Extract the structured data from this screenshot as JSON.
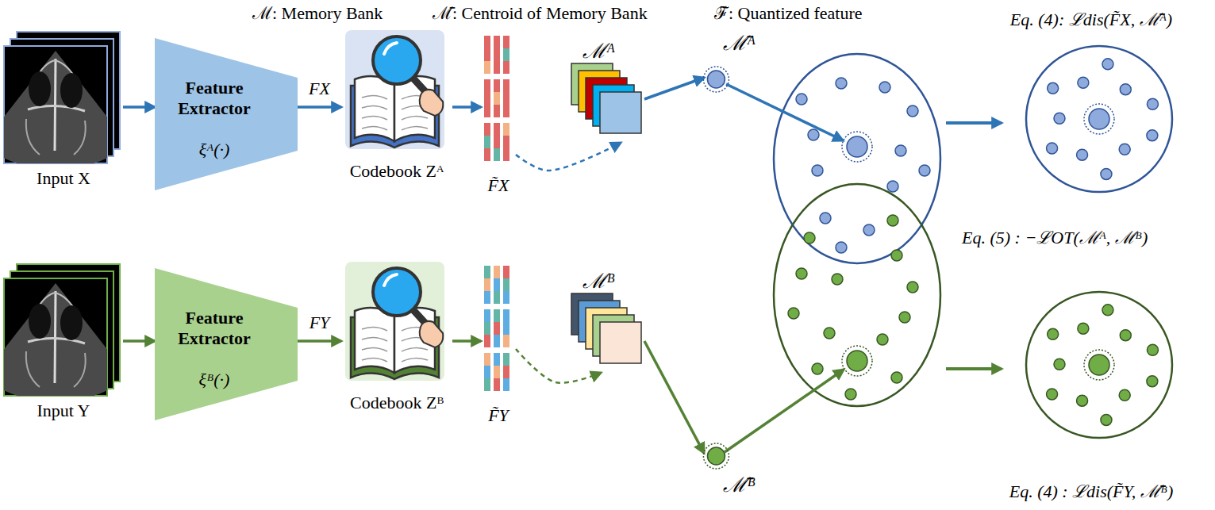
{
  "diagram": {
    "nodes": [
      {
        "text": [
          "Input X"
        ]
      },
      {
        "text": [
          "Feature Extractor",
          "ξᴬ(·)"
        ]
      },
      {
        "text": [
          "Codebook Zᴬ"
        ]
      },
      {
        "text": [
          "F̃X"
        ]
      },
      {
        "text": [
          "ℳᴬ"
        ]
      },
      {
        "text": [
          "ℳ̄ᴬ"
        ]
      },
      {
        "text": [
          "Eq. (4): ℒdis(F̃X, ℳ̄ᴬ)"
        ]
      },
      {
        "text": [
          "Input Y"
        ]
      },
      {
        "text": [
          "Feature Extractor",
          "ξᴮ(·)"
        ]
      },
      {
        "text": [
          "Codebook Zᴮ"
        ]
      },
      {
        "text": [
          "F̃Y"
        ]
      },
      {
        "text": [
          "ℳᴮ"
        ]
      },
      {
        "text": [
          "ℳ̄ᴮ"
        ]
      },
      {
        "text": [
          "Eq. (4) : ℒdis(F̃Y, ℳ̄ᴮ)"
        ]
      }
    ],
    "edges": [
      {
        "from": 0,
        "to": 1,
        "arrow": "to"
      },
      {
        "from": 1,
        "to": 2,
        "label": "FX",
        "arrow": "to"
      },
      {
        "from": 2,
        "to": 3,
        "arrow": "to"
      },
      {
        "from": 3,
        "to": 4,
        "arrow": "to"
      },
      {
        "from": 4,
        "to": 5,
        "arrow": "to"
      },
      {
        "from": 7,
        "to": 8,
        "arrow": "to"
      },
      {
        "from": 8,
        "to": 9,
        "label": "FY",
        "arrow": "to"
      },
      {
        "from": 9,
        "to": 10,
        "arrow": "to"
      },
      {
        "from": 10,
        "to": 11,
        "arrow": "to"
      },
      {
        "from": 11,
        "to": 12,
        "arrow": "to"
      }
    ],
    "labels": [
      "ℳ: Memory Bank",
      "ℳ̄: Centroid of Memory Bank",
      "ℱ̃: Quantized feature",
      "Eq. (5) : −ℒOT(ℳᴬ, ℳᴮ)"
    ]
  }
}
